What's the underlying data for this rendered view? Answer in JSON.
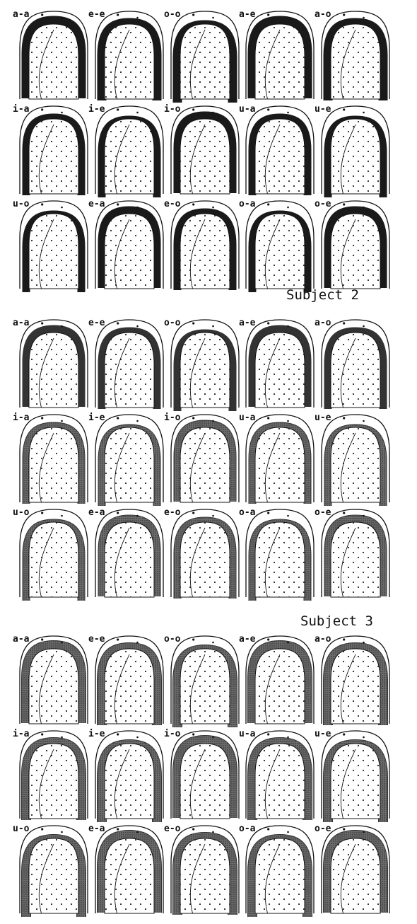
{
  "figure": {
    "subject_captions": [
      "Subject 2",
      "Subject 3"
    ],
    "colors": {
      "ink": "#111111",
      "contact": "#1a1a1a",
      "contact_gray": "#555555",
      "paper": "#ffffff"
    },
    "panel_groups": [
      {
        "rows": [
          [
            "a-a",
            "e-e",
            "o-o",
            "a-e",
            "a-o"
          ],
          [
            "i-a",
            "i-e",
            "i-o",
            "u-a",
            "u-e"
          ],
          [
            "u-o",
            "e-a",
            "e-o",
            "o-a",
            "o-e"
          ]
        ]
      },
      {
        "caption_index": 0,
        "rows": [
          [
            "a-a",
            "e-e",
            "o-o",
            "a-e",
            "a-o"
          ],
          [
            "i-a",
            "i-e",
            "i-o",
            "u-a",
            "u-e"
          ],
          [
            "u-o",
            "e-a",
            "e-o",
            "o-a",
            "o-e"
          ]
        ]
      },
      {
        "caption_index": 1,
        "rows": [
          [
            "a-a",
            "e-e",
            "o-o",
            "a-e",
            "a-o"
          ],
          [
            "i-a",
            "i-e",
            "i-o",
            "u-a",
            "u-e"
          ],
          [
            "u-o",
            "e-a",
            "e-o",
            "o-a",
            "o-e"
          ]
        ]
      }
    ]
  }
}
